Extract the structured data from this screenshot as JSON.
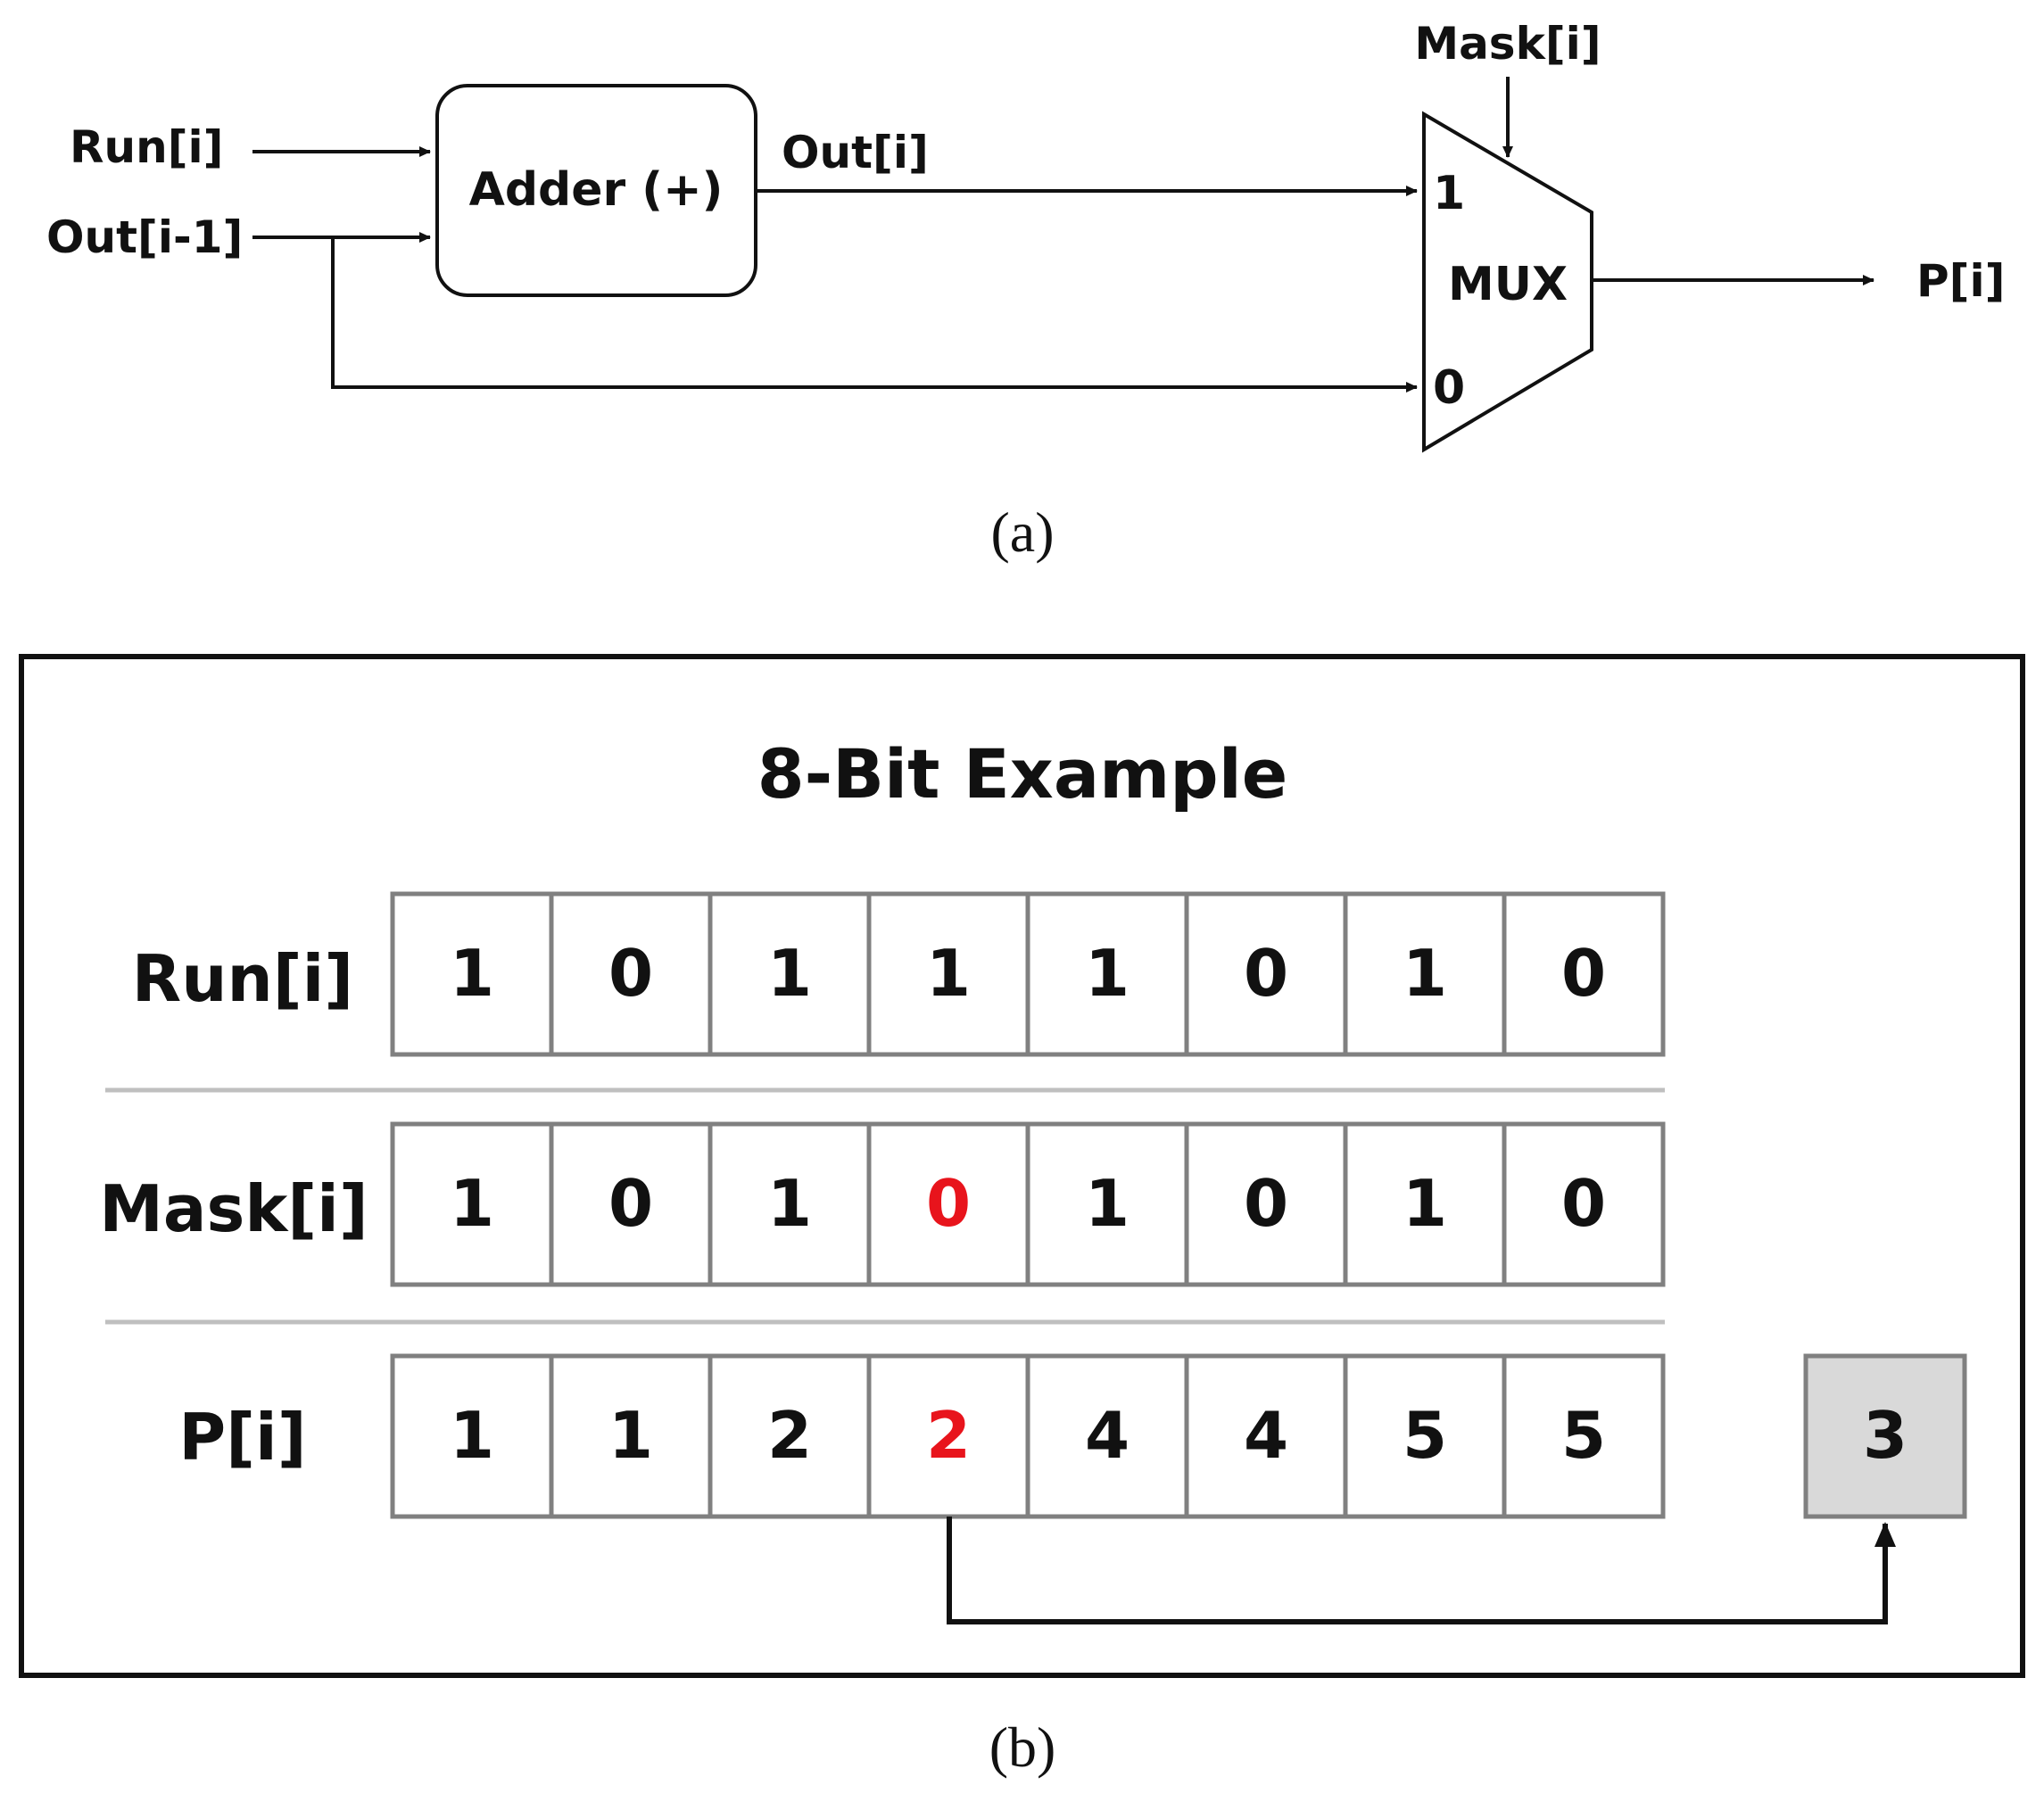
{
  "part_a": {
    "inputs": {
      "run": "Run[i]",
      "out_prev": "Out[i-1]",
      "mask": "Mask[i]"
    },
    "adder_label": "Adder (+)",
    "adder_output": "Out[i]",
    "mux_label": "MUX",
    "mux_input_1": "1",
    "mux_input_0": "0",
    "output": "P[i]",
    "caption": "(a)"
  },
  "part_b": {
    "title": "8-Bit Example",
    "rows": [
      {
        "label": "Run[i]",
        "values": [
          "1",
          "0",
          "1",
          "1",
          "1",
          "0",
          "1",
          "0"
        ],
        "highlight_index": null
      },
      {
        "label": "Mask[i]",
        "values": [
          "1",
          "0",
          "1",
          "0",
          "1",
          "0",
          "1",
          "0"
        ],
        "highlight_index": 3
      },
      {
        "label": "P[i]",
        "values": [
          "1",
          "1",
          "2",
          "2",
          "4",
          "4",
          "5",
          "5"
        ],
        "highlight_index": 3
      }
    ],
    "result": "3",
    "caption": "(b)"
  },
  "colors": {
    "highlight": "#e8141c",
    "result_fill": "#d9d9d9",
    "cell_border": "#808080",
    "divider": "#bfbfbf"
  }
}
